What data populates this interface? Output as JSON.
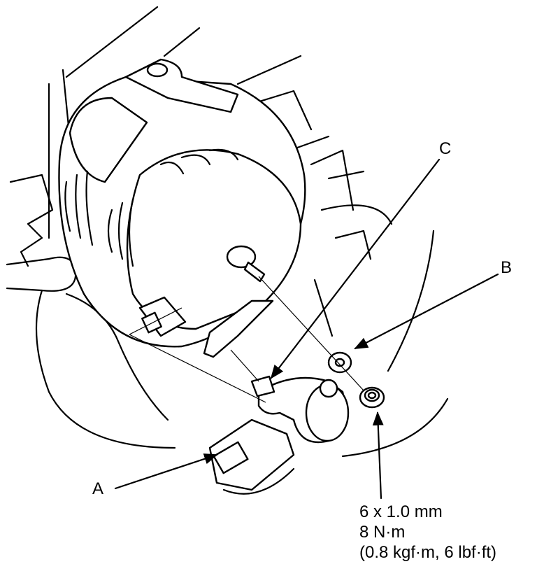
{
  "labels": {
    "a": "A",
    "b": "B",
    "c": "C"
  },
  "spec": {
    "size": "6 x 1.0 mm",
    "torque_nm": "8 N·m",
    "torque_alt": "(0.8 kgf·m, 6 lbf·ft)"
  }
}
